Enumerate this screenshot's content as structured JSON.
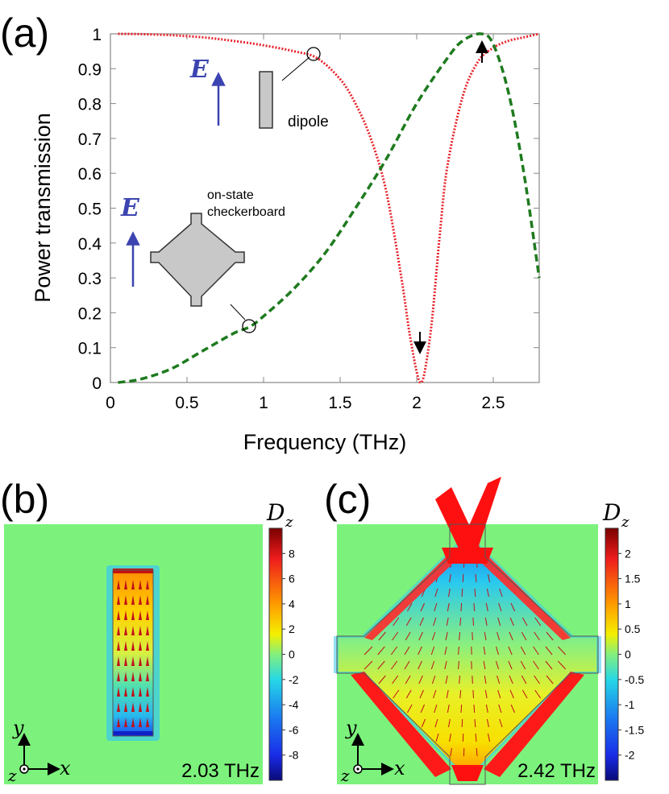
{
  "chart_data": [
    {
      "panel_label": "(a)",
      "type": "line",
      "xlabel": "Frequency (THz)",
      "ylabel": "Power transmission",
      "xlim": [
        0,
        2.8
      ],
      "ylim": [
        0,
        1
      ],
      "xticks": [
        "0",
        "0.5",
        "1",
        "1.5",
        "2",
        "2.5"
      ],
      "yticks": [
        "0",
        "0.1",
        "0.2",
        "0.3",
        "0.4",
        "0.5",
        "0.6",
        "0.7",
        "0.8",
        "0.9",
        "1"
      ],
      "grid": false,
      "series": [
        {
          "color": "#e8242c",
          "style": "dotted",
          "x": [
            0.05,
            0.2,
            0.4,
            0.6,
            0.8,
            1.0,
            1.2,
            1.35,
            1.5,
            1.6,
            1.7,
            1.8,
            1.9,
            1.95,
            2.0,
            2.03,
            2.06,
            2.1,
            2.15,
            2.2,
            2.3,
            2.4,
            2.5,
            2.6,
            2.7,
            2.8
          ],
          "y": [
            1.0,
            0.999,
            0.996,
            0.99,
            0.98,
            0.967,
            0.95,
            0.93,
            0.87,
            0.8,
            0.7,
            0.55,
            0.3,
            0.15,
            0.03,
            0.0,
            0.05,
            0.18,
            0.42,
            0.62,
            0.82,
            0.92,
            0.96,
            0.98,
            0.99,
            1.0
          ]
        },
        {
          "color": "#1e7a1e",
          "style": "dashed",
          "x": [
            0.05,
            0.2,
            0.4,
            0.6,
            0.8,
            0.91,
            1.0,
            1.2,
            1.4,
            1.6,
            1.8,
            2.0,
            2.2,
            2.3,
            2.42,
            2.5,
            2.6,
            2.7,
            2.8
          ],
          "y": [
            0.0,
            0.01,
            0.04,
            0.09,
            0.14,
            0.16,
            0.19,
            0.27,
            0.37,
            0.5,
            0.64,
            0.8,
            0.93,
            0.98,
            1.0,
            0.97,
            0.83,
            0.6,
            0.3
          ]
        }
      ],
      "annotations": {
        "dipole_label": "dipole",
        "checker_label_1": "on-state",
        "checker_label_2": "checkerboard",
        "field_symbol": "E",
        "down_arrow_x": 2.02,
        "up_arrow_x": 2.42
      }
    },
    {
      "panel_label": "(b)",
      "type": "heatmap",
      "colorbar_title": "D",
      "colorbar_subscript": "z",
      "colorbar_ticks": [
        "8",
        "6",
        "4",
        "2",
        "0",
        "-2",
        "-4",
        "-6",
        "-8"
      ],
      "frequency_label": "2.03 THz",
      "axis_y": "y",
      "axis_x": "x",
      "axis_z": "z"
    },
    {
      "panel_label": "(c)",
      "type": "heatmap",
      "colorbar_title": "D",
      "colorbar_subscript": "z",
      "colorbar_ticks": [
        "2",
        "1.5",
        "1",
        "0.5",
        "0",
        "-0.5",
        "-1",
        "-1.5",
        "-2"
      ],
      "frequency_label": "2.42 THz",
      "axis_y": "y",
      "axis_x": "x",
      "axis_z": "z"
    }
  ],
  "colors": {
    "background_field": "#7cf27c",
    "red_curve": "#e8242c",
    "green_curve": "#1e7a1e",
    "field_arrow": "#3b44b0",
    "shape_fill": "#c8c8c8"
  }
}
